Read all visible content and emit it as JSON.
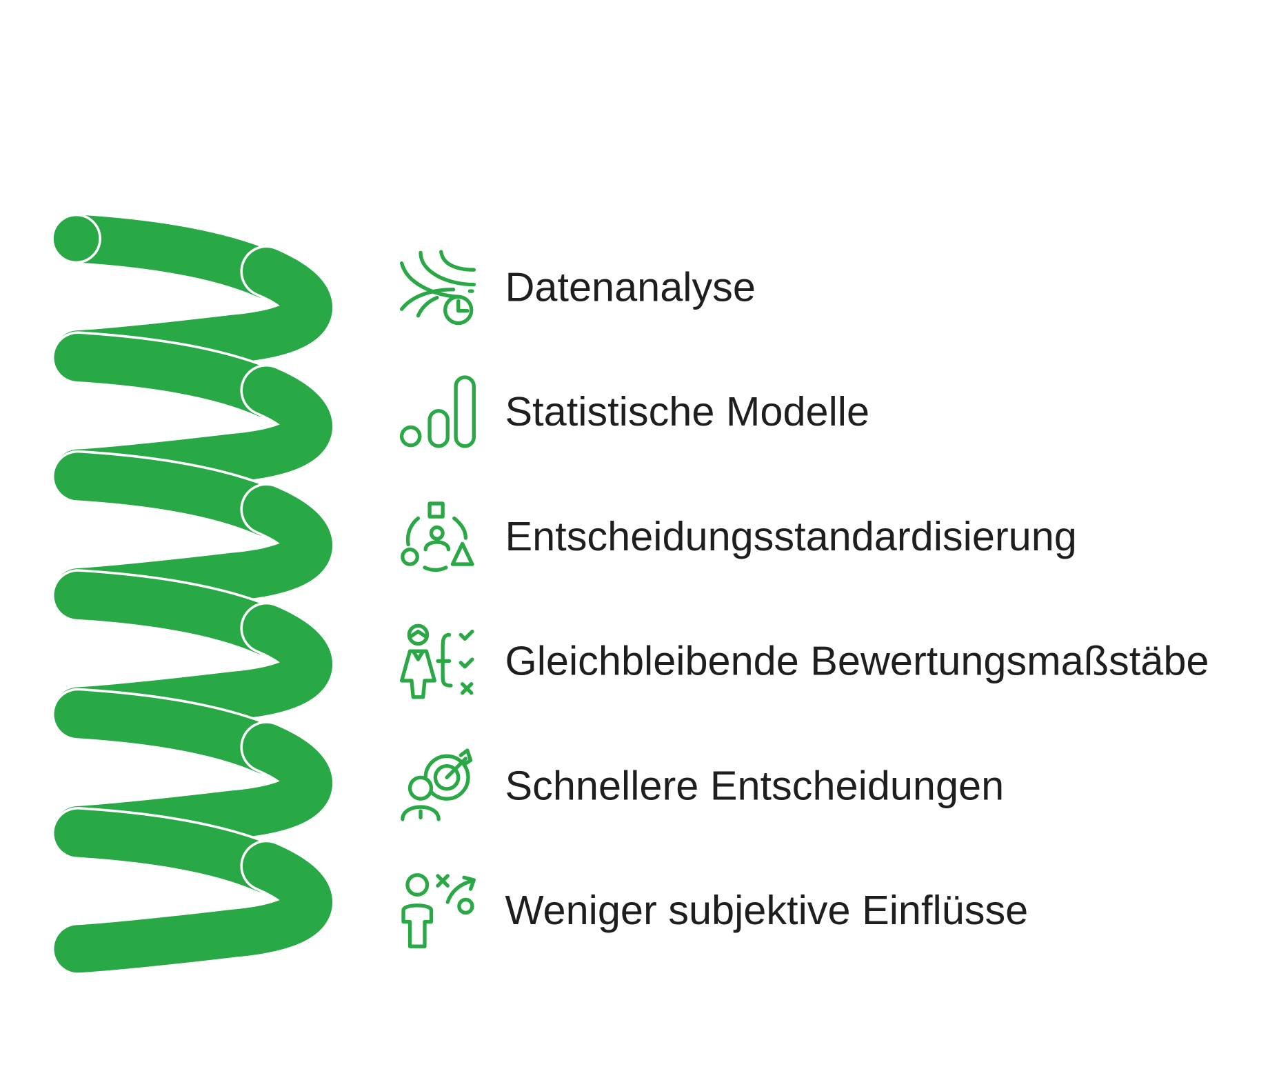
{
  "colors": {
    "accent": "#29a846",
    "text": "#1e1e1e",
    "background": "#ffffff"
  },
  "items": [
    {
      "label": "Datenanalyse",
      "icon": "data-flow-pie-icon"
    },
    {
      "label": "Statistische Modelle",
      "icon": "bar-chart-icon"
    },
    {
      "label": "Entscheidungsstandardisierung",
      "icon": "person-shapes-cycle-icon"
    },
    {
      "label": "Gleichbleibende Bewertungsmaßstäbe",
      "icon": "person-checklist-icon"
    },
    {
      "label": "Schnellere Entscheidungen",
      "icon": "person-target-icon"
    },
    {
      "label": "Weniger subjektive Einflüsse",
      "icon": "person-decision-path-icon"
    }
  ]
}
